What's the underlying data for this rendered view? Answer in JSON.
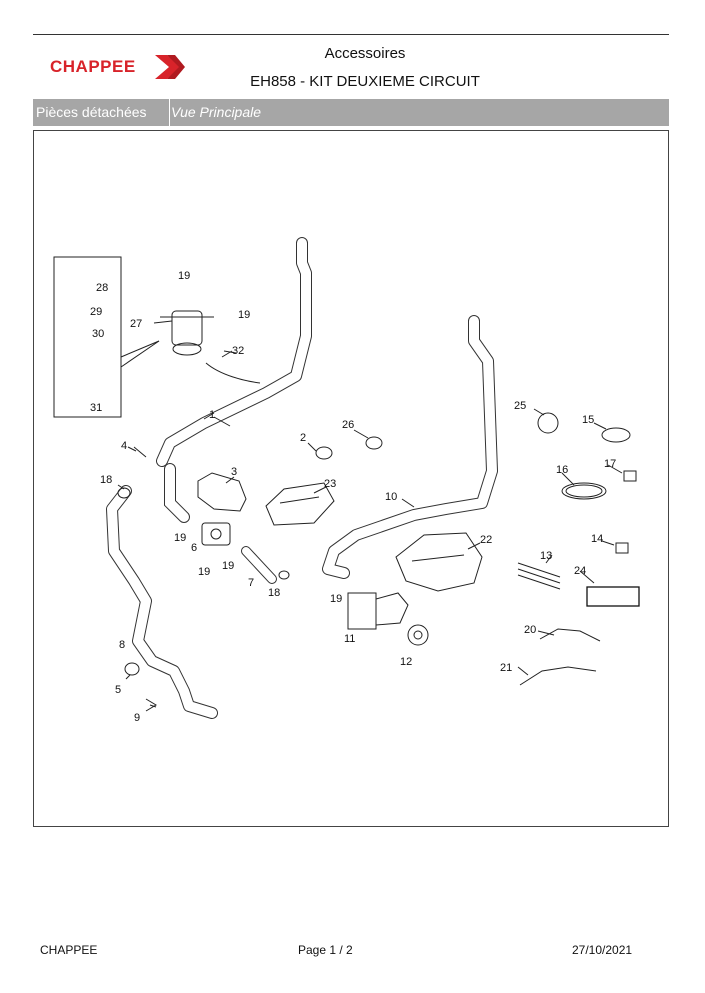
{
  "brand": {
    "logo_text": "CHAPPEE"
  },
  "header": {
    "category": "Accessoires",
    "title": "EH858 - KIT DEUXIEME CIRCUIT"
  },
  "tabs": {
    "parts_label": "Pièces détachées",
    "view_label": "Vue Principale"
  },
  "diagram": {
    "callouts": [
      {
        "id": "c1",
        "label": "1"
      },
      {
        "id": "c2",
        "label": "2"
      },
      {
        "id": "c3",
        "label": "3"
      },
      {
        "id": "c4",
        "label": "4"
      },
      {
        "id": "c5",
        "label": "5"
      },
      {
        "id": "c6",
        "label": "6"
      },
      {
        "id": "c7",
        "label": "7"
      },
      {
        "id": "c8",
        "label": "8"
      },
      {
        "id": "c9",
        "label": "9"
      },
      {
        "id": "c10",
        "label": "10"
      },
      {
        "id": "c11",
        "label": "11"
      },
      {
        "id": "c12",
        "label": "12"
      },
      {
        "id": "c13",
        "label": "13"
      },
      {
        "id": "c14",
        "label": "14"
      },
      {
        "id": "c15",
        "label": "15"
      },
      {
        "id": "c16",
        "label": "16"
      },
      {
        "id": "c17",
        "label": "17"
      },
      {
        "id": "c18a",
        "label": "18"
      },
      {
        "id": "c18b",
        "label": "18"
      },
      {
        "id": "c19a",
        "label": "19"
      },
      {
        "id": "c19b",
        "label": "19"
      },
      {
        "id": "c19c",
        "label": "19"
      },
      {
        "id": "c19d",
        "label": "19"
      },
      {
        "id": "c19e",
        "label": "19"
      },
      {
        "id": "c19f",
        "label": "19"
      },
      {
        "id": "c20",
        "label": "20"
      },
      {
        "id": "c21",
        "label": "21"
      },
      {
        "id": "c22",
        "label": "22"
      },
      {
        "id": "c23",
        "label": "23"
      },
      {
        "id": "c24",
        "label": "24"
      },
      {
        "id": "c25",
        "label": "25"
      },
      {
        "id": "c26",
        "label": "26"
      },
      {
        "id": "c27",
        "label": "27"
      },
      {
        "id": "c28",
        "label": "28"
      },
      {
        "id": "c29",
        "label": "29"
      },
      {
        "id": "c30",
        "label": "30"
      },
      {
        "id": "c31",
        "label": "31"
      },
      {
        "id": "c32",
        "label": "32"
      }
    ]
  },
  "footer": {
    "brand": "CHAPPEE",
    "page": "Page   1  /  2",
    "date": "27/10/2021"
  }
}
